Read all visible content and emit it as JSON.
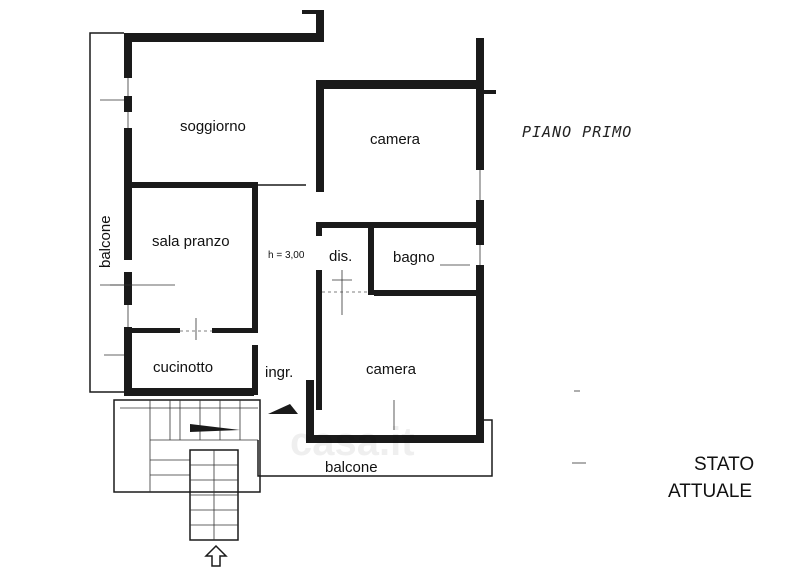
{
  "rooms": {
    "soggiorno": "soggiorno",
    "camera_top": "camera",
    "sala_pranzo": "sala pranzo",
    "dis": "dis.",
    "bagno": "bagno",
    "cucinotto": "cucinotto",
    "ingr": "ingr.",
    "camera_bottom": "camera"
  },
  "balcone_left": "balcone",
  "balcone_bottom": "balcone",
  "height_note": "h = 3,00",
  "floor_label": "PIANO PRIMO",
  "status": {
    "line1": "STATO",
    "line2": "ATTUALE"
  },
  "watermark": "casa.it"
}
